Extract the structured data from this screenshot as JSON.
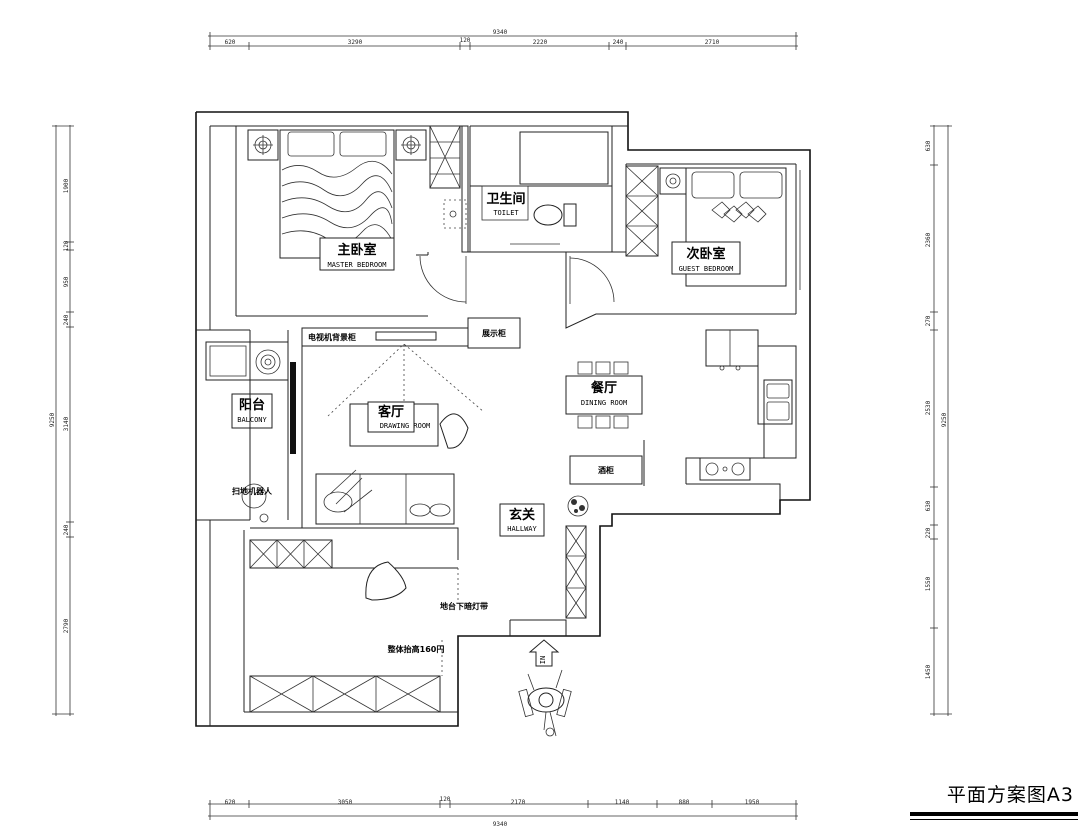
{
  "title": "平面方案图A3",
  "dimensions": {
    "top_total": "9340",
    "top_segments": [
      "620",
      "3290",
      "120",
      "2220",
      "240",
      "2710"
    ],
    "bottom_total": "9340",
    "bottom_segments": [
      "620",
      "3050",
      "120",
      "2170",
      "1140",
      "880",
      "1950"
    ],
    "left_total": "9250",
    "left_segments": [
      "1900",
      "120",
      "950",
      "240",
      "3140",
      "240",
      "2790"
    ],
    "right_total": "9250",
    "right_segments": [
      "630",
      "2360",
      "270",
      "2530",
      "630",
      "220",
      "1550",
      "1450"
    ]
  },
  "rooms": {
    "master": {
      "cn": "主卧室",
      "en": "MASTER BEDROOM"
    },
    "toilet": {
      "cn": "卫生间",
      "en": "TOILET"
    },
    "guest": {
      "cn": "次卧室",
      "en": "GUEST BEDROOM"
    },
    "balcony": {
      "cn": "阳台",
      "en": "BALCONY"
    },
    "drawing": {
      "cn": "客厅",
      "en": "DRAWING ROOM"
    },
    "dining": {
      "cn": "餐厅",
      "en": "DINING ROOM"
    },
    "hallway": {
      "cn": "玄关",
      "en": "HALLWAY"
    }
  },
  "labels": {
    "tv_wall": "电视机背景柜",
    "display_cabinet": "展示柜",
    "robot": "扫地机器人",
    "wine_cabinet": "酒柜",
    "counter_light": "地台下暗灯带",
    "cabinet_height": "整体抬高160円",
    "entry_mark": "IN"
  }
}
